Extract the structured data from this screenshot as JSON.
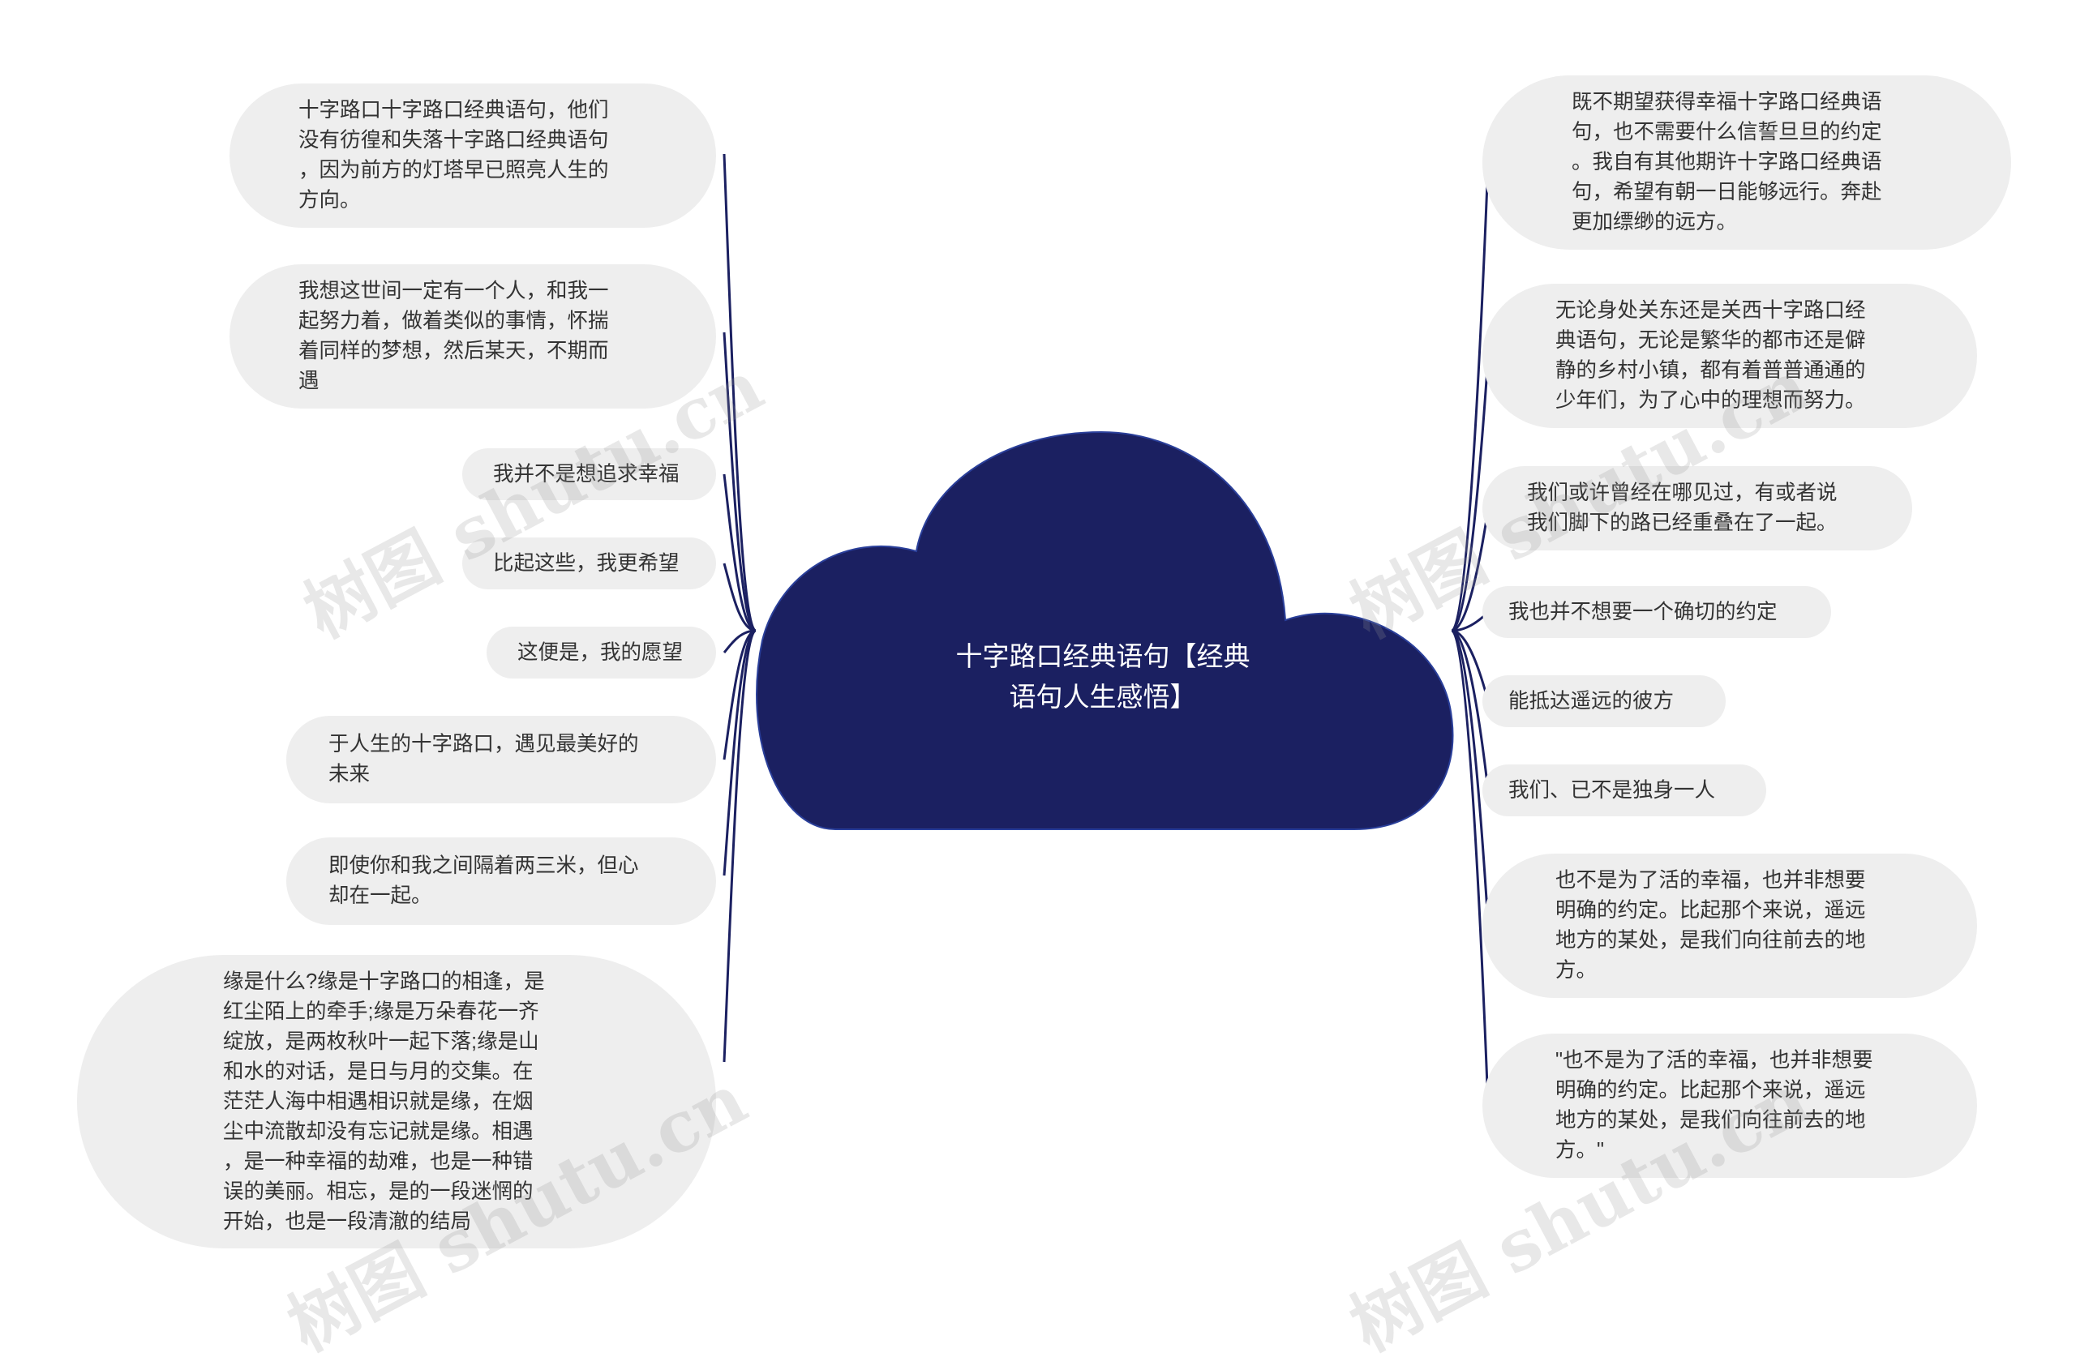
{
  "diagram": {
    "root": "十字路口经典语句【经典\n语句人生感悟】",
    "left": [
      "十字路口十字路口经典语句，他们\n没有彷徨和失落十字路口经典语句\n，因为前方的灯塔早已照亮人生的\n方向。",
      "我想这世间一定有一个人，和我一\n起努力着，做着类似的事情，怀揣\n着同样的梦想，然后某天，不期而\n遇",
      "我并不是想追求幸福",
      "比起这些，我更希望",
      "这便是，我的愿望",
      "于人生的十字路口，遇见最美好的\n未来",
      "即使你和我之间隔着两三米，但心\n却在一起。",
      "缘是什么?缘是十字路口的相逢，是\n红尘陌上的牵手;缘是万朵春花一齐\n绽放，是两枚秋叶一起下落;缘是山\n和水的对话，是日与月的交集。在\n茫茫人海中相遇相识就是缘，在烟\n尘中流散却没有忘记就是缘。相遇\n，是一种幸福的劫难，也是一种错\n误的美丽。相忘，是的一段迷惘的\n开始，也是一段清澈的结局"
    ],
    "right": [
      "既不期望获得幸福十字路口经典语\n句，也不需要什么信誓旦旦的约定\n。我自有其他期许十字路口经典语\n句，希望有朝一日能够远行。奔赴\n更加缥缈的远方。",
      "无论身处关东还是关西十字路口经\n典语句，无论是繁华的都市还是僻\n静的乡村小镇，都有着普普通通的\n少年们，为了心中的理想而努力。",
      "我们或许曾经在哪见过，有或者说\n我们脚下的路已经重叠在了一起。",
      "我也并不想要一个确切的约定",
      "能抵达遥远的彼方",
      "我们、已不是独身一人",
      "也不是为了活的幸福，也并非想要\n明确的约定。比起那个来说，遥远\n地方的某处，是我们向往前去的地\n方。",
      "\"也不是为了活的幸福，也并非想要\n明确的约定。比起那个来说，遥远\n地方的某处，是我们向往前去的地\n方。\""
    ]
  },
  "watermark": "树图 shutu.cn",
  "colors": {
    "cloud": "#1b2061",
    "link": "#1b2061",
    "node_bg": "#eeeeee",
    "text": "#333333"
  }
}
